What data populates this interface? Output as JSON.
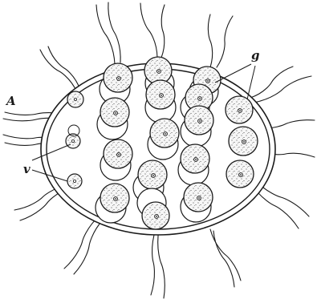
{
  "figure": {
    "labels": {
      "colony": "A",
      "gonidia": "g",
      "vegetative": "v"
    },
    "ink_color": "#1a1a1a",
    "paper_color": "#ffffff"
  }
}
